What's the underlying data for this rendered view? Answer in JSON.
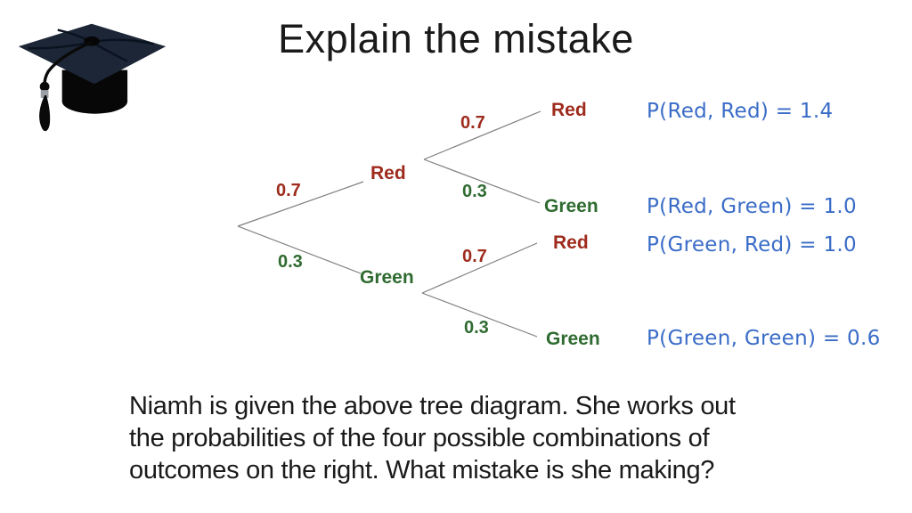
{
  "slide": {
    "title": "Explain the mistake",
    "icon": "graduation-cap-icon"
  },
  "tree": {
    "stage1": [
      {
        "prob": "0.7",
        "outcome": "Red"
      },
      {
        "prob": "0.3",
        "outcome": "Green"
      }
    ],
    "stage2_after_red": [
      {
        "prob": "0.7",
        "outcome": "Red"
      },
      {
        "prob": "0.3",
        "outcome": "Green"
      }
    ],
    "stage2_after_green": [
      {
        "prob": "0.7",
        "outcome": "Red"
      },
      {
        "prob": "0.3",
        "outcome": "Green"
      }
    ]
  },
  "results": [
    "P(Red, Red) = 1.4",
    "P(Red, Green) = 1.0",
    "P(Green, Red) = 1.0",
    "P(Green, Green) = 0.6"
  ],
  "question": {
    "lines": [
      "Niamh is given the above tree diagram. She works out",
      "the probabilities of the four possible combinations of",
      "outcomes on the right. What mistake is she making?"
    ]
  },
  "colors": {
    "red": "#9e2b1d",
    "green": "#2f6b31",
    "blue": "#3a6cc7",
    "line": "#7f7f7f",
    "text": "#1a1a1a",
    "board": "#1c2636"
  }
}
